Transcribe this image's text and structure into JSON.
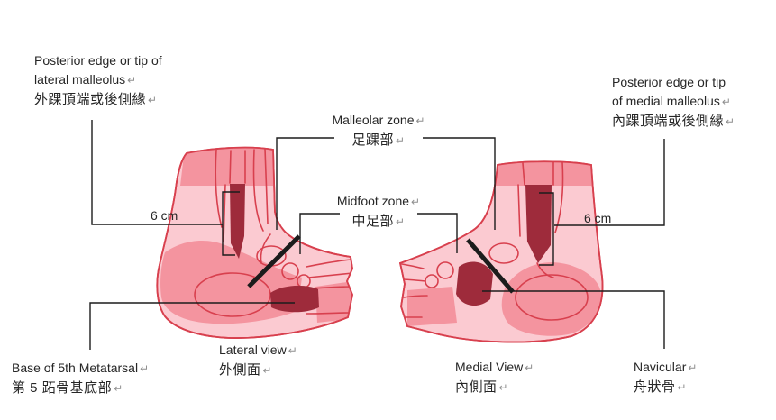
{
  "title": "Ottawa ankle rules zones diagram",
  "marks": {
    "return_symbol": "↵"
  },
  "colors": {
    "skin": "#f4949f",
    "skin_light": "#fbcad1",
    "highlight": "#9e2b3b",
    "outline": "#d8404e",
    "line": "#1c1c1c",
    "text": "#262626",
    "mark": "#8f8f8f"
  },
  "annotations": {
    "lateral_malleolus": {
      "en_line1": "Posterior edge or tip of",
      "en_line2": "lateral malleolus",
      "zh": "外踝頂端或後側緣"
    },
    "medial_malleolus": {
      "en_line1": "Posterior edge or tip",
      "en_line2": "of medial malleolus",
      "zh": "內踝頂端或後側緣"
    },
    "malleolar_zone": {
      "en": "Malleolar zone",
      "zh": "足踝部"
    },
    "midfoot_zone": {
      "en": "Midfoot zone",
      "zh": "中足部"
    },
    "distance_left": "6 cm",
    "distance_right": "6 cm",
    "base_fifth_metatarsal": {
      "en": "Base of 5th Metatarsal",
      "zh": "第 5 跖骨基底部"
    },
    "lateral_view": {
      "en": "Lateral view",
      "zh": "外側面"
    },
    "medial_view": {
      "en": "Medial View",
      "zh": "內側面"
    },
    "navicular": {
      "en": "Navicular",
      "zh": "舟狀骨"
    }
  }
}
